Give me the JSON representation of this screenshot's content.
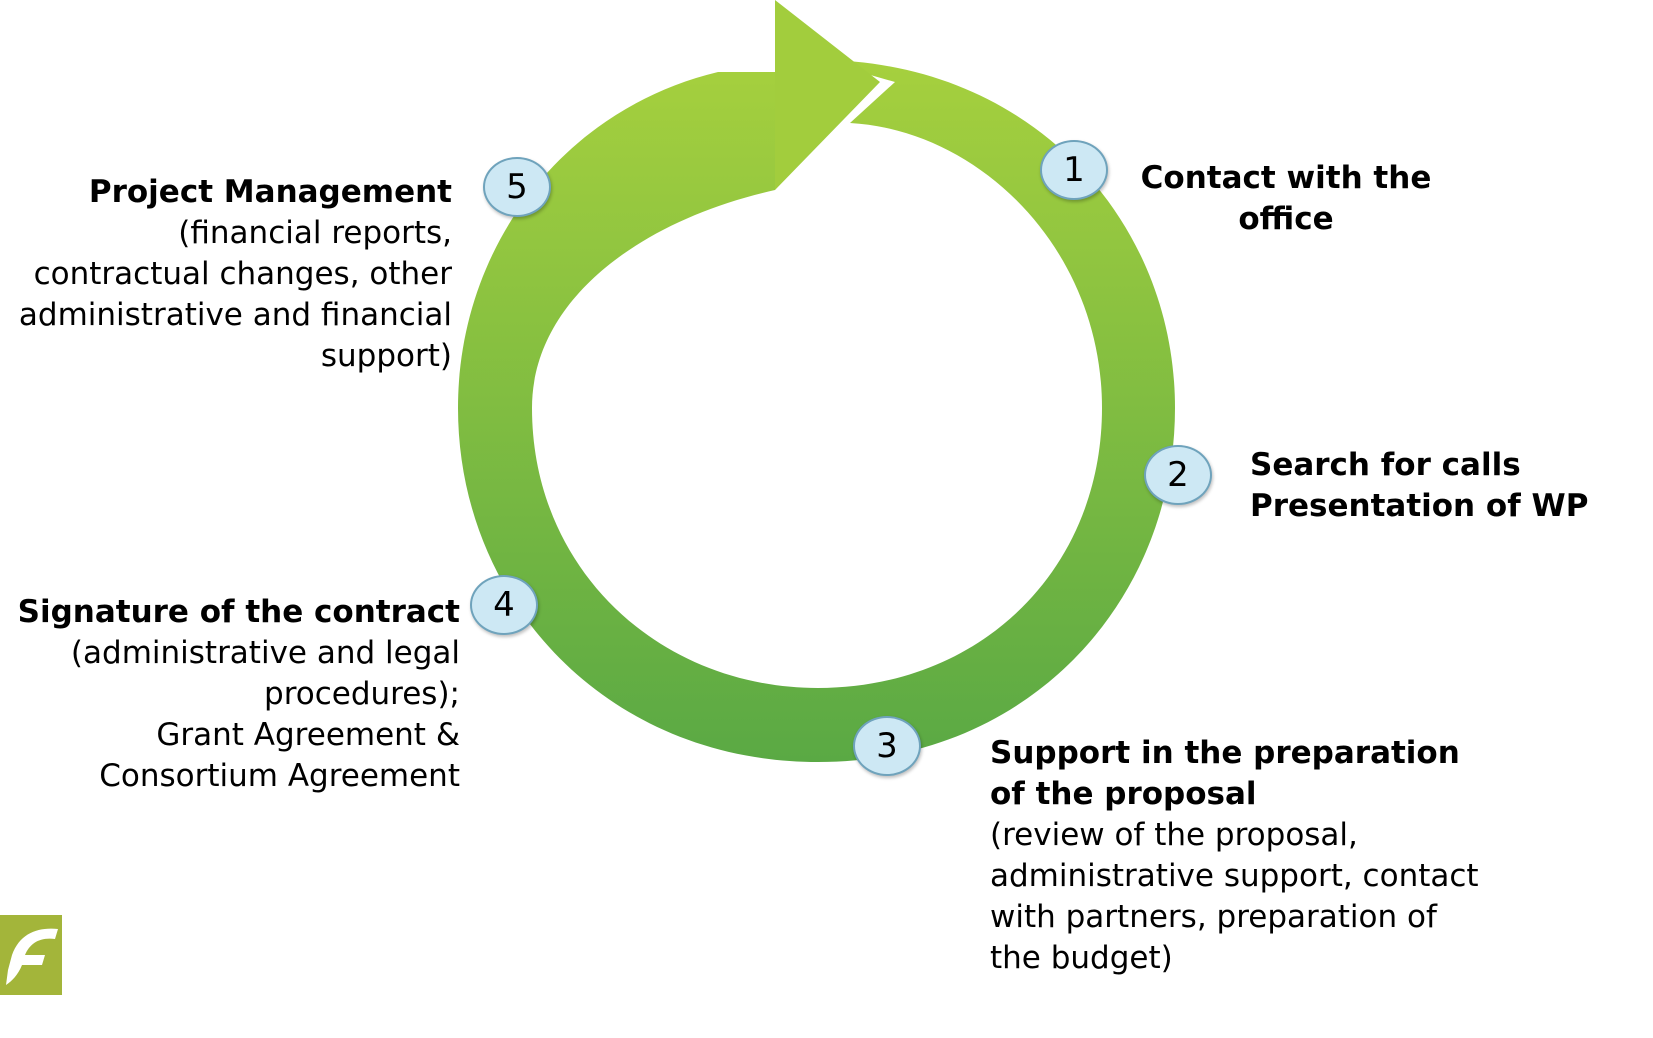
{
  "steps": [
    {
      "number": "1",
      "title_lines": [
        "Contact with the",
        "office"
      ],
      "detail_lines": []
    },
    {
      "number": "2",
      "title_lines": [
        "Search for calls",
        "Presentation of WP"
      ],
      "detail_lines": []
    },
    {
      "number": "3",
      "title_lines": [
        "Support in the preparation",
        "of the proposal"
      ],
      "detail_lines": [
        "(review of the proposal,",
        "administrative support, contact",
        "with partners, preparation of",
        "the budget)"
      ]
    },
    {
      "number": "4",
      "title_lines": [
        "Signature of the contract"
      ],
      "detail_lines": [
        "(administrative and legal",
        "procedures);",
        "Grant Agreement &",
        "Consortium Agreement"
      ]
    },
    {
      "number": "5",
      "title_lines": [
        "Project Management"
      ],
      "detail_lines": [
        "(financial reports,",
        "contractual changes, other",
        "administrative and financial",
        "support)"
      ]
    }
  ],
  "colors": {
    "arrow_light": "#9ccb3c",
    "arrow_dark": "#5fae45",
    "badge_fill": "#cde8f4",
    "badge_border": "#6fa3bc",
    "logo": "#a3b53a"
  },
  "icons": {
    "cycle": "circular-arrow-icon",
    "logo": "logo-icon"
  }
}
